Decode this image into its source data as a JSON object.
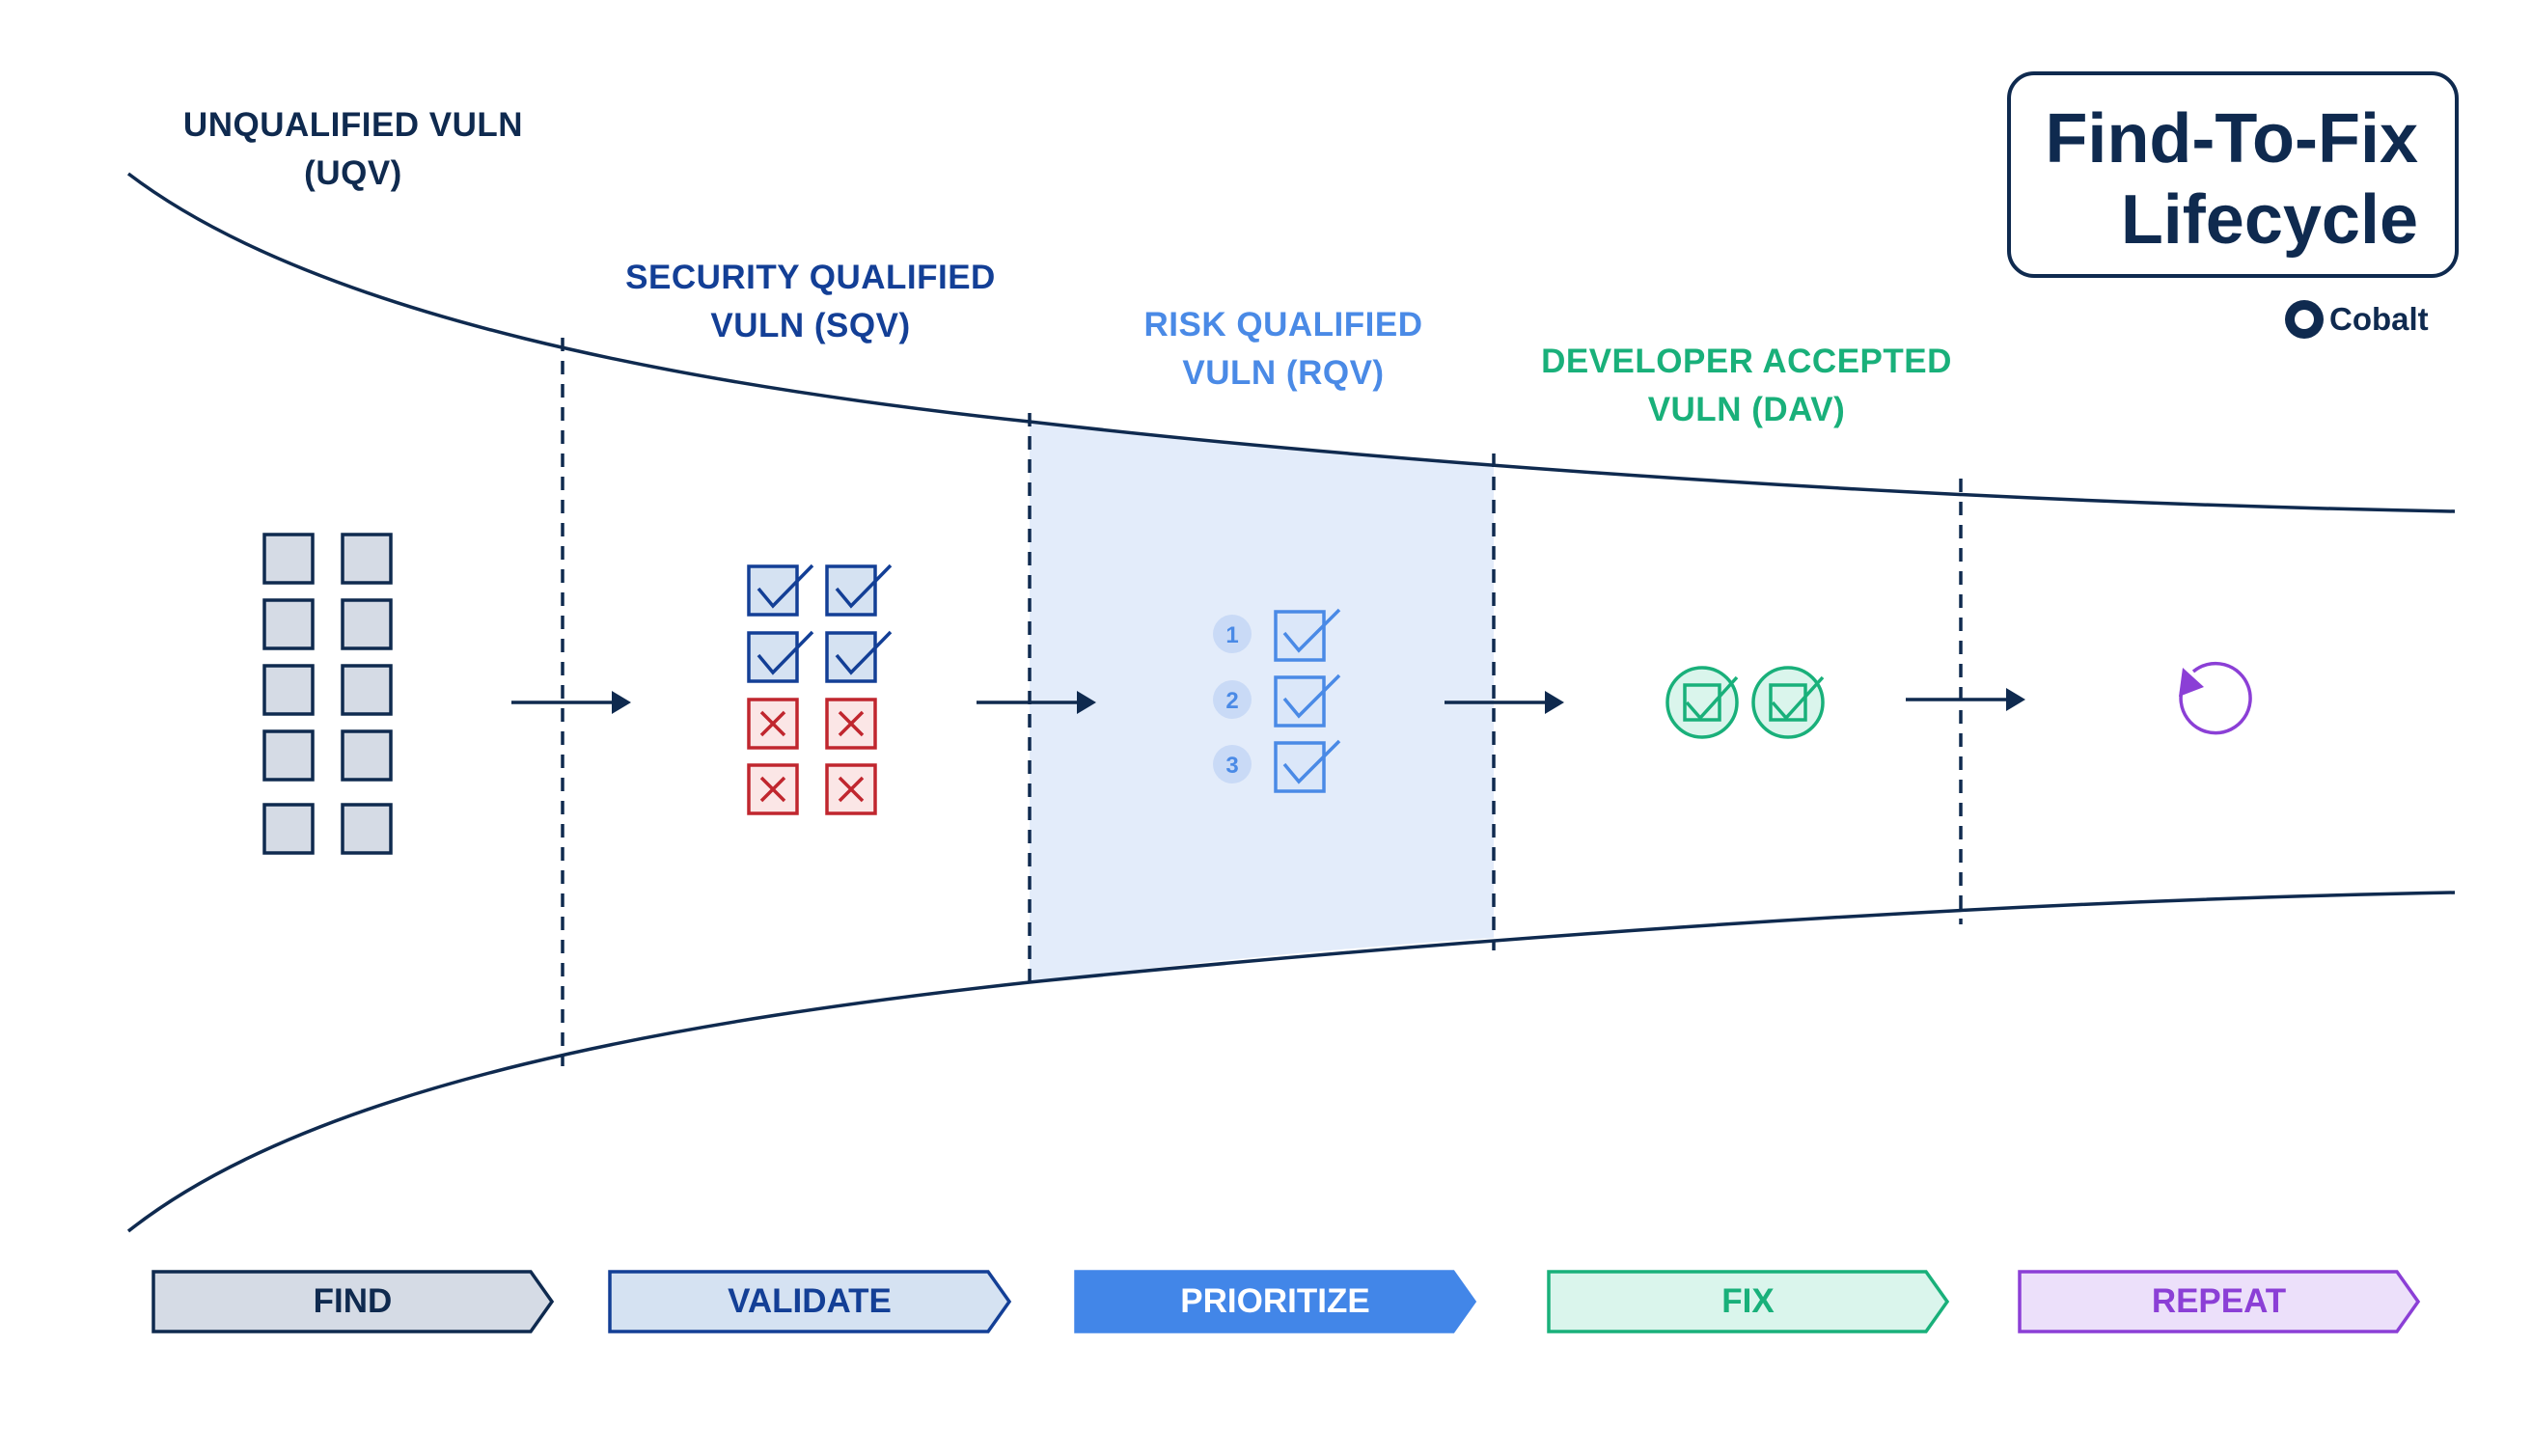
{
  "title": {
    "line1": "Find-To-Fix",
    "line2": "Lifecycle"
  },
  "brand": {
    "name": "Cobalt",
    "icon": "cobalt-logo-icon"
  },
  "stages": [
    {
      "key": "uqv",
      "label": "UNQUALIFIED VULN\n(UQV)",
      "color": "#0f2a4f"
    },
    {
      "key": "sqv",
      "label": "SECURITY QUALIFIED\nVULN (SQV)",
      "color": "#133f96"
    },
    {
      "key": "rqv",
      "label": "RISK QUALIFIED\nVULN (RQV)",
      "color": "#4a8ae6"
    },
    {
      "key": "dav",
      "label": "DEVELOPER ACCEPTED\nVULN (DAV)",
      "color": "#19b07a"
    }
  ],
  "steps": [
    {
      "key": "find",
      "label": "FIND",
      "fill": "#d5dbe5",
      "stroke": "#0f2a4f",
      "text": "#0f2a4f"
    },
    {
      "key": "validate",
      "label": "VALIDATE",
      "fill": "#d5e2f2",
      "stroke": "#133f96",
      "text": "#133f96"
    },
    {
      "key": "prioritize",
      "label": "PRIORITIZE",
      "fill": "#4286e8",
      "stroke": "#4286e8",
      "text": "#ffffff"
    },
    {
      "key": "fix",
      "label": "FIX",
      "fill": "#daf5ec",
      "stroke": "#19b07a",
      "text": "#19b07a"
    },
    {
      "key": "repeat",
      "label": "REPEAT",
      "fill": "#ece0fa",
      "stroke": "#8b3fd6",
      "text": "#8b3fd6"
    }
  ],
  "priority_numbers": [
    "1",
    "2",
    "3"
  ],
  "icons": {
    "find": "unchecked-box-icon",
    "validate_pass": "checked-box-icon",
    "validate_fail": "x-box-icon",
    "prioritize": "ranked-check-icon",
    "fix": "circle-check-icon",
    "repeat": "refresh-icon",
    "arrow": "right-arrow-icon"
  },
  "colors": {
    "navy": "#0f2a4f",
    "blue": "#133f96",
    "light_blue": "#4a8ae6",
    "red": "#c0262e",
    "green": "#19b07a",
    "purple": "#8b3fd6",
    "highlight": "#e3ecfa",
    "box_fill": "#d5dbe5"
  }
}
